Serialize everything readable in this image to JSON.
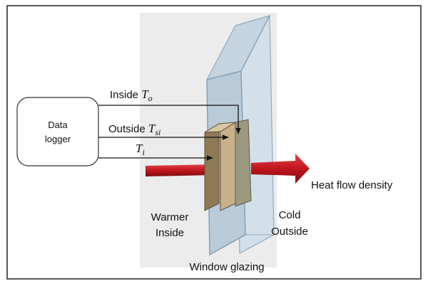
{
  "data_logger": {
    "line1": "Data",
    "line2": "logger"
  },
  "sensor_lines": [
    {
      "prefix": "Inside ",
      "symbol": "T",
      "subscript": "o"
    },
    {
      "prefix": "Outside ",
      "symbol": "T",
      "subscript": "si"
    },
    {
      "prefix": "",
      "symbol": "T",
      "subscript": "i"
    }
  ],
  "heat_flow_label": "Heat flow density",
  "warm_side": {
    "line1": "Warmer",
    "line2": "Inside"
  },
  "cold_side": {
    "line1": "Cold",
    "line2": "Outside"
  },
  "glazing_label": "Window glazing",
  "colors": {
    "glass_front": "#b6c8d6",
    "glass_edge": "#8faabd",
    "glass_back": "#d3e0ea",
    "backdrop": "#ebebeb",
    "heat_arrow": "#c0161c",
    "sensor_tan": "#c8b08a",
    "sensor_olive": "#9c9a7e"
  }
}
